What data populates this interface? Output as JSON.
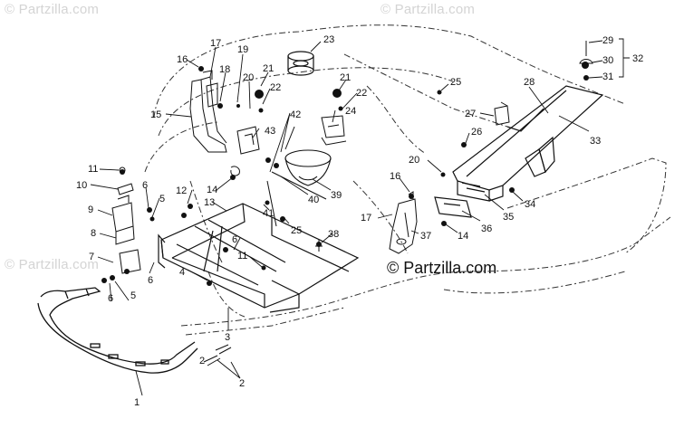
{
  "watermarks": [
    "© Partzilla.com",
    "© Partzilla.com",
    "© Partzilla.com"
  ],
  "copyright": "© Partzilla.com",
  "callouts": [
    "1",
    "2",
    "2",
    "3",
    "4",
    "5",
    "5",
    "6",
    "6",
    "6",
    "6",
    "7",
    "8",
    "9",
    "10",
    "11",
    "11",
    "12",
    "13",
    "14",
    "14",
    "15",
    "16",
    "16",
    "17",
    "17",
    "18",
    "19",
    "20",
    "20",
    "21",
    "21",
    "22",
    "22",
    "23",
    "24",
    "25",
    "25",
    "26",
    "27",
    "28",
    "29",
    "30",
    "31",
    "32",
    "33",
    "34",
    "35",
    "36",
    "37",
    "38",
    "39",
    "40",
    "41",
    "42",
    "43"
  ],
  "colors": {
    "line": "#111111",
    "watermark": "#d4d4d4",
    "background": "#ffffff"
  }
}
